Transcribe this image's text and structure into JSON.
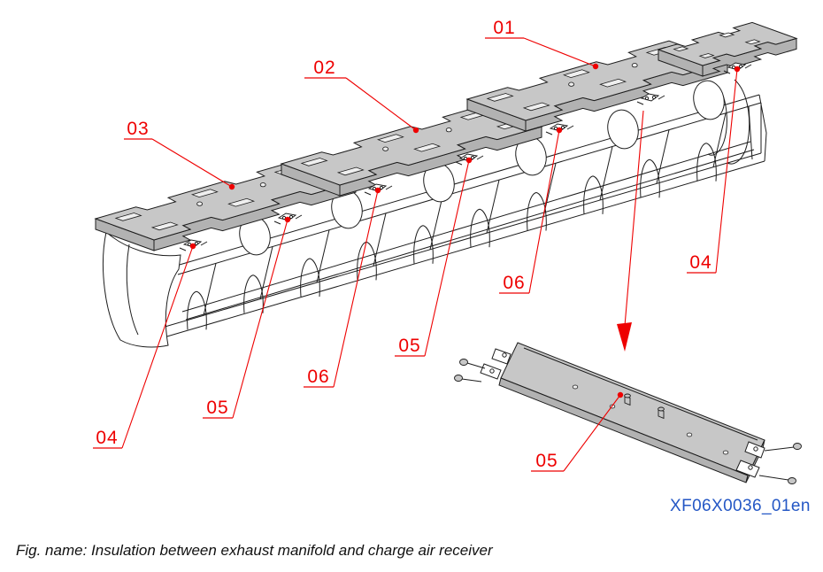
{
  "figure": {
    "code": "XF06X0036_01en",
    "caption": "Fig. name: Insulation between exhaust manifold and charge air receiver"
  },
  "callouts": [
    {
      "label": "01"
    },
    {
      "label": "02"
    },
    {
      "label": "03"
    },
    {
      "label": "04"
    },
    {
      "label": "06"
    },
    {
      "label": "05"
    },
    {
      "label": "06"
    },
    {
      "label": "05"
    },
    {
      "label": "04"
    },
    {
      "label": "05"
    }
  ],
  "colors": {
    "callout": "#ee0000",
    "code": "#2457c5",
    "caption": "#111111",
    "line": "#1d1d1d",
    "plate": "#c7c7c7",
    "plate_side": "#b2b2b2"
  }
}
